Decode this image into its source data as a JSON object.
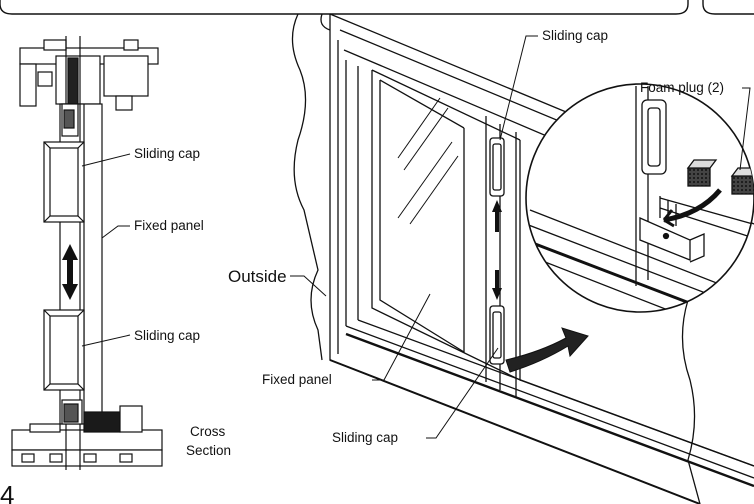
{
  "step_number": "4",
  "cross_section": {
    "labels": {
      "sliding_cap_top": "Sliding cap",
      "fixed_panel": "Fixed panel",
      "sliding_cap_bottom": "Sliding cap",
      "caption_line1": "Cross",
      "caption_line2": "Section"
    }
  },
  "perspective": {
    "labels": {
      "sliding_cap_top": "Sliding cap",
      "foam_plug": "Foam plug (2)",
      "outside": "Outside",
      "fixed_panel": "Fixed panel",
      "sliding_cap_bottom": "Sliding cap"
    }
  },
  "colors": {
    "line": "#111111",
    "fill": "#ffffff",
    "dark": "#1a1a1a",
    "gray": "#888888"
  }
}
